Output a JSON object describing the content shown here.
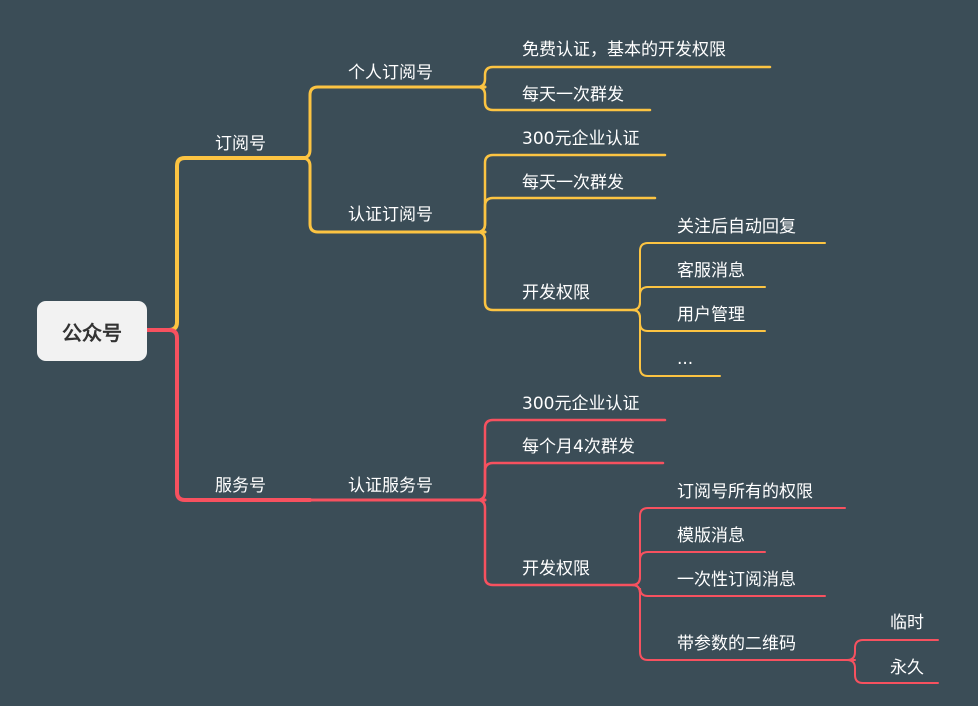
{
  "colors": {
    "background": "#3b4d57",
    "subscription_branch": "#fcc442",
    "service_branch": "#f7515f"
  },
  "root": "公众号",
  "subscription": {
    "label": "订阅号",
    "personal": {
      "label": "个人订阅号",
      "items": [
        "免费认证，基本的开发权限",
        "每天一次群发"
      ]
    },
    "certified": {
      "label": "认证订阅号",
      "items": [
        "300元企业认证",
        "每天一次群发",
        "开发权限"
      ],
      "permissions": [
        "关注后自动回复",
        "客服消息",
        "用户管理",
        "..."
      ]
    }
  },
  "service": {
    "label": "服务号",
    "certified": {
      "label": "认证服务号",
      "items": [
        "300元企业认证",
        "每个月4次群发",
        "开发权限"
      ],
      "permissions": [
        "订阅号所有的权限",
        "模版消息",
        "一次性订阅消息",
        "带参数的二维码"
      ],
      "qrcode_types": [
        "临时",
        "永久"
      ]
    }
  }
}
